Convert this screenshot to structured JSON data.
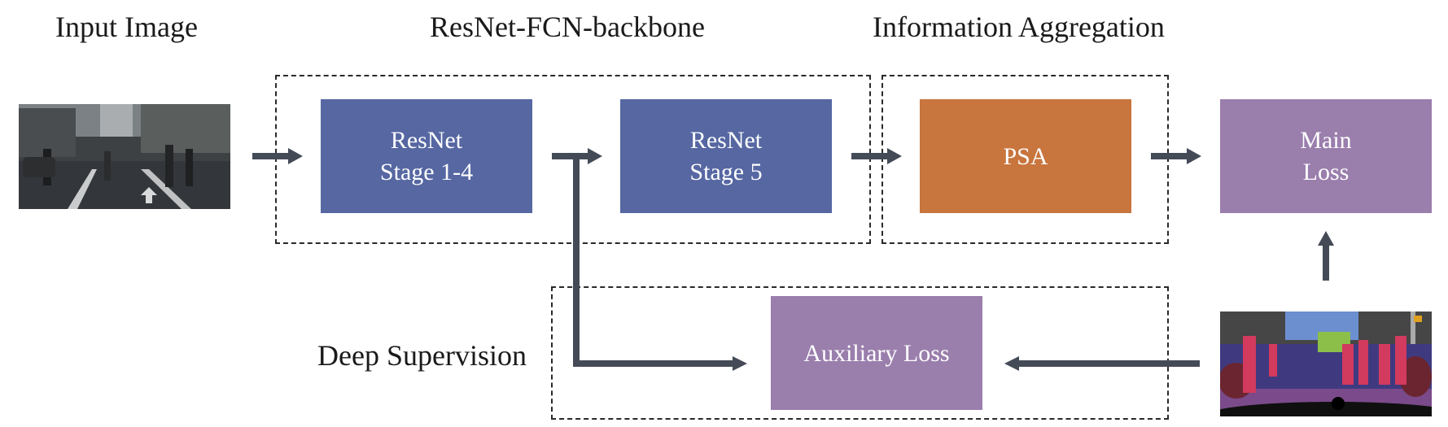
{
  "headings": {
    "input_image": "Input Image",
    "backbone": "ResNet-FCN-backbone",
    "aggregation": "Information Aggregation",
    "deep_supervision": "Deep Supervision"
  },
  "blocks": {
    "stage14": {
      "line1": "ResNet",
      "line2": "Stage 1-4"
    },
    "stage5": {
      "line1": "ResNet",
      "line2": "Stage 5"
    },
    "psa": {
      "label": "PSA"
    },
    "main_loss": {
      "line1": "Main",
      "line2": "Loss"
    },
    "aux_loss": {
      "label": "Auxiliary Loss"
    }
  },
  "colors": {
    "resnet_block": "#5667A2",
    "psa_block": "#C8753E",
    "loss_block": "#9A7EAC",
    "arrow": "#444B57"
  }
}
